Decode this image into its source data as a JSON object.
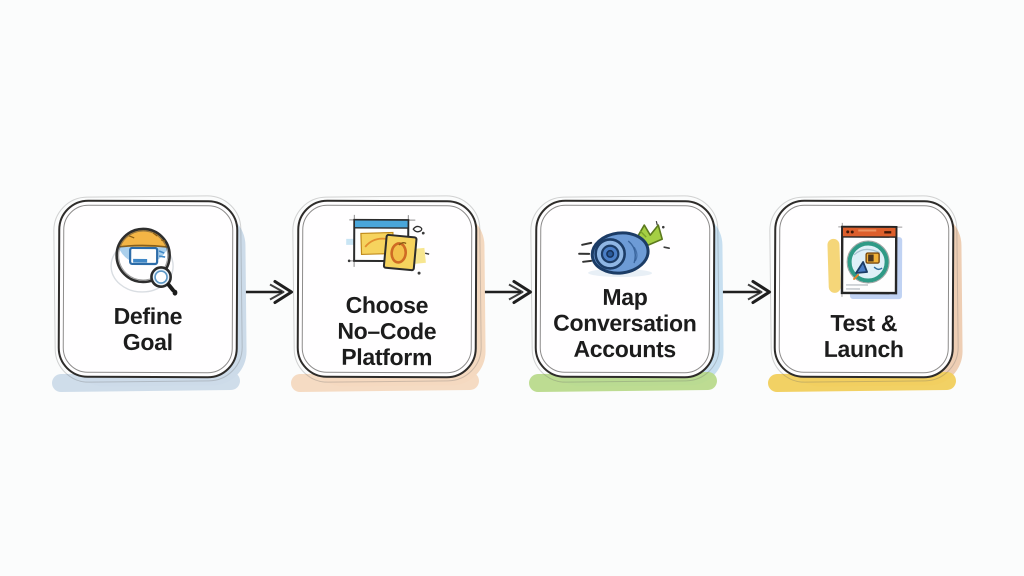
{
  "diagram": {
    "type": "horizontal-process-flow",
    "style": "hand-drawn-sketch",
    "background_color": "#fbfcfc",
    "connector": {
      "kind": "arrow-right",
      "color": "#1f1f1f"
    },
    "card": {
      "fill": "#fffeff",
      "border_color": "#2e2c2a",
      "text_color": "#1c1c1c"
    }
  },
  "flow": {
    "steps": [
      {
        "id": "define-goal",
        "label_lines": [
          "Define",
          "Goal"
        ],
        "icon": "goal-search-icon",
        "side_shadow_color": "#ccdbe9",
        "bottom_shadow_color": "#ccdbe9"
      },
      {
        "id": "choose-no-code-platform",
        "label_lines": [
          "Choose",
          "No–Code",
          "Platform"
        ],
        "icon": "windows-sticky-note-icon",
        "side_shadow_color": "#f4d9c0",
        "bottom_shadow_color": "#f4d9c0"
      },
      {
        "id": "map-conversation-accounts",
        "label_lines": [
          "Map",
          "Conversation",
          "Accounts"
        ],
        "icon": "rolled-map-icon",
        "side_shadow_color": "#c7dff0",
        "bottom_shadow_color": "#b9da8c"
      },
      {
        "id": "test-launch",
        "label_lines": [
          "Test &",
          "Launch"
        ],
        "icon": "browser-globe-rocket-icon",
        "side_shadow_color": "#eeceb4",
        "bottom_shadow_color": "#f1cf5c"
      }
    ]
  }
}
